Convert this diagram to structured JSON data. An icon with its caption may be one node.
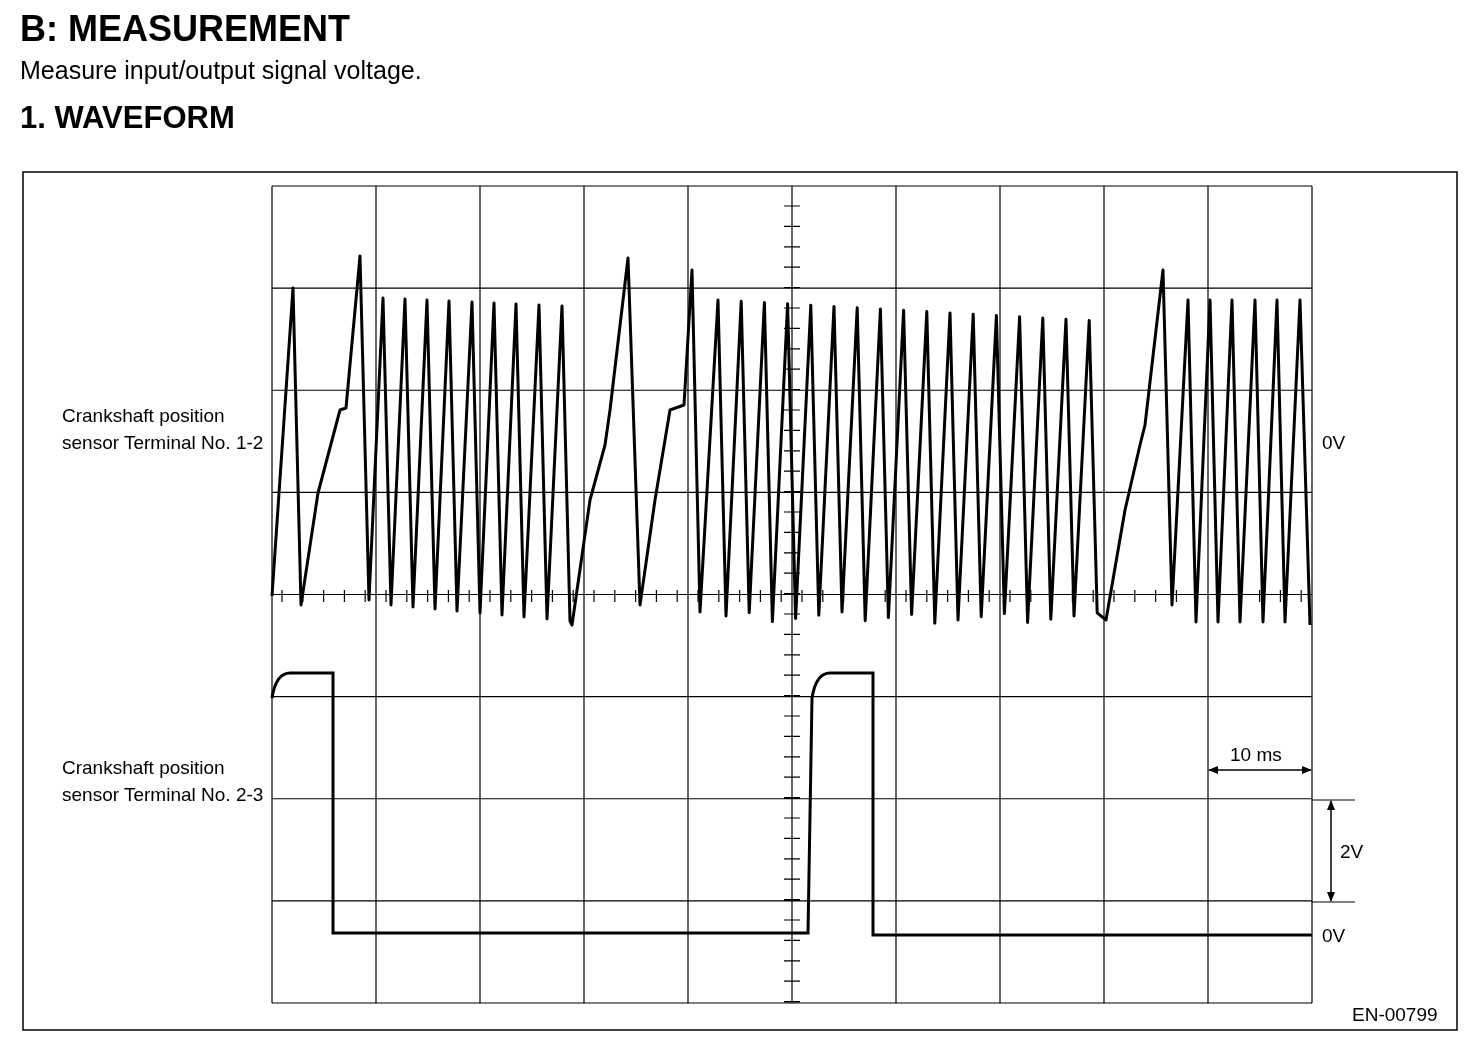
{
  "diagram": {
    "title": "B: MEASUREMENT",
    "labels": [
      "Measure input/output signal voltage.",
      "1. WAVEFORM",
      "Crankshaft position sensor Terminal No. 1-2",
      "0V",
      "Crankshaft position sensor Terminal No. 2-3",
      "10 ms",
      "2V",
      "0V",
      "EN-00799"
    ]
  }
}
